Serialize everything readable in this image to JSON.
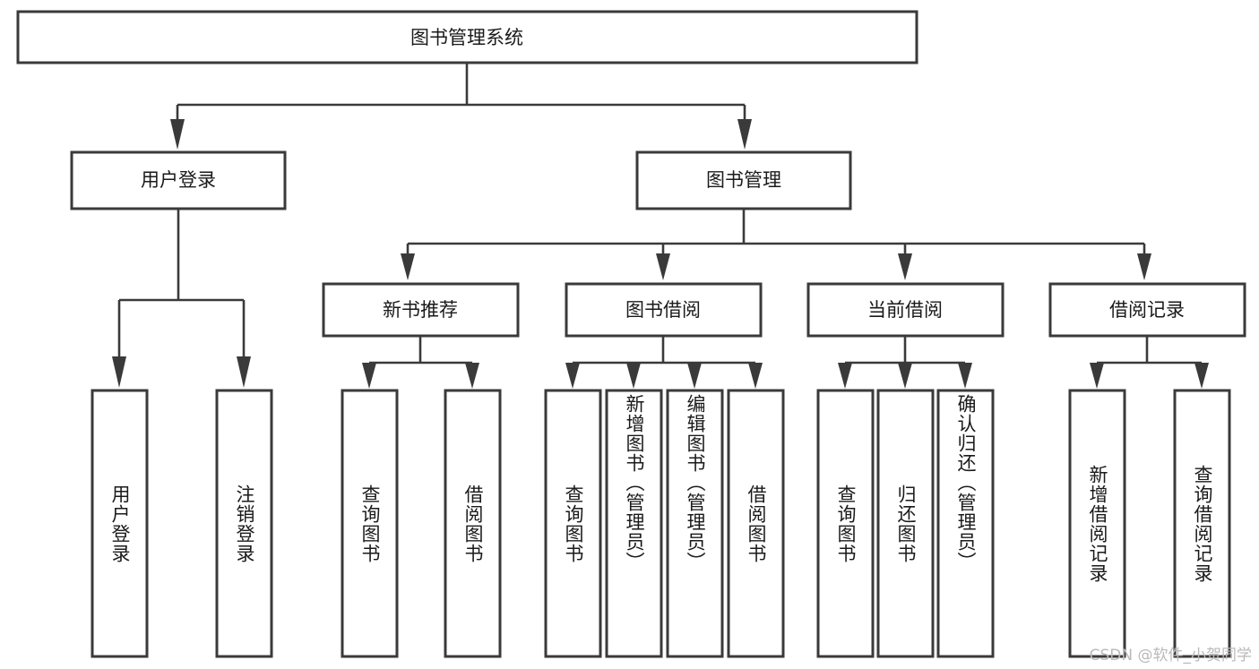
{
  "diagram": {
    "type": "tree-hierarchy",
    "title": "图书管理系统",
    "root": {
      "label": "图书管理系统"
    },
    "level2": [
      {
        "id": "user-login",
        "label": "用户登录"
      },
      {
        "id": "book-manage",
        "label": "图书管理"
      }
    ],
    "level3": [
      {
        "id": "new-book-recommend",
        "label": "新书推荐",
        "parent": "book-manage"
      },
      {
        "id": "book-borrow",
        "label": "图书借阅",
        "parent": "book-manage"
      },
      {
        "id": "current-borrow",
        "label": "当前借阅",
        "parent": "book-manage"
      },
      {
        "id": "borrow-record",
        "label": "借阅记录",
        "parent": "book-manage"
      }
    ],
    "leaves": {
      "user-login": [
        {
          "id": "leaf-user-login",
          "label": "用户登录"
        },
        {
          "id": "leaf-logout",
          "label": "注销登录"
        }
      ],
      "new-book-recommend": [
        {
          "id": "leaf-query-book-1",
          "label": "查询图书"
        },
        {
          "id": "leaf-borrow-book-1",
          "label": "借阅图书"
        }
      ],
      "book-borrow": [
        {
          "id": "leaf-query-book-2",
          "label": "查询图书"
        },
        {
          "id": "leaf-add-book",
          "label": "新增图书（管理员）"
        },
        {
          "id": "leaf-edit-book",
          "label": "编辑图书（管理员）"
        },
        {
          "id": "leaf-borrow-book-2",
          "label": "借阅图书"
        }
      ],
      "current-borrow": [
        {
          "id": "leaf-query-book-3",
          "label": "查询图书"
        },
        {
          "id": "leaf-return-book",
          "label": "归还图书"
        },
        {
          "id": "leaf-confirm-return",
          "label": "确认归还（管理员）"
        }
      ],
      "borrow-record": [
        {
          "id": "leaf-add-record",
          "label": "新增借阅记录"
        },
        {
          "id": "leaf-query-record",
          "label": "查询借阅记录"
        }
      ]
    },
    "colors": {
      "stroke": "#3a3a3a",
      "fill": "#ffffff",
      "text": "#1a1a1a",
      "watermark": "#b9b9b9"
    }
  },
  "watermark": {
    "text": "CSDN @软件_小贺同学"
  }
}
